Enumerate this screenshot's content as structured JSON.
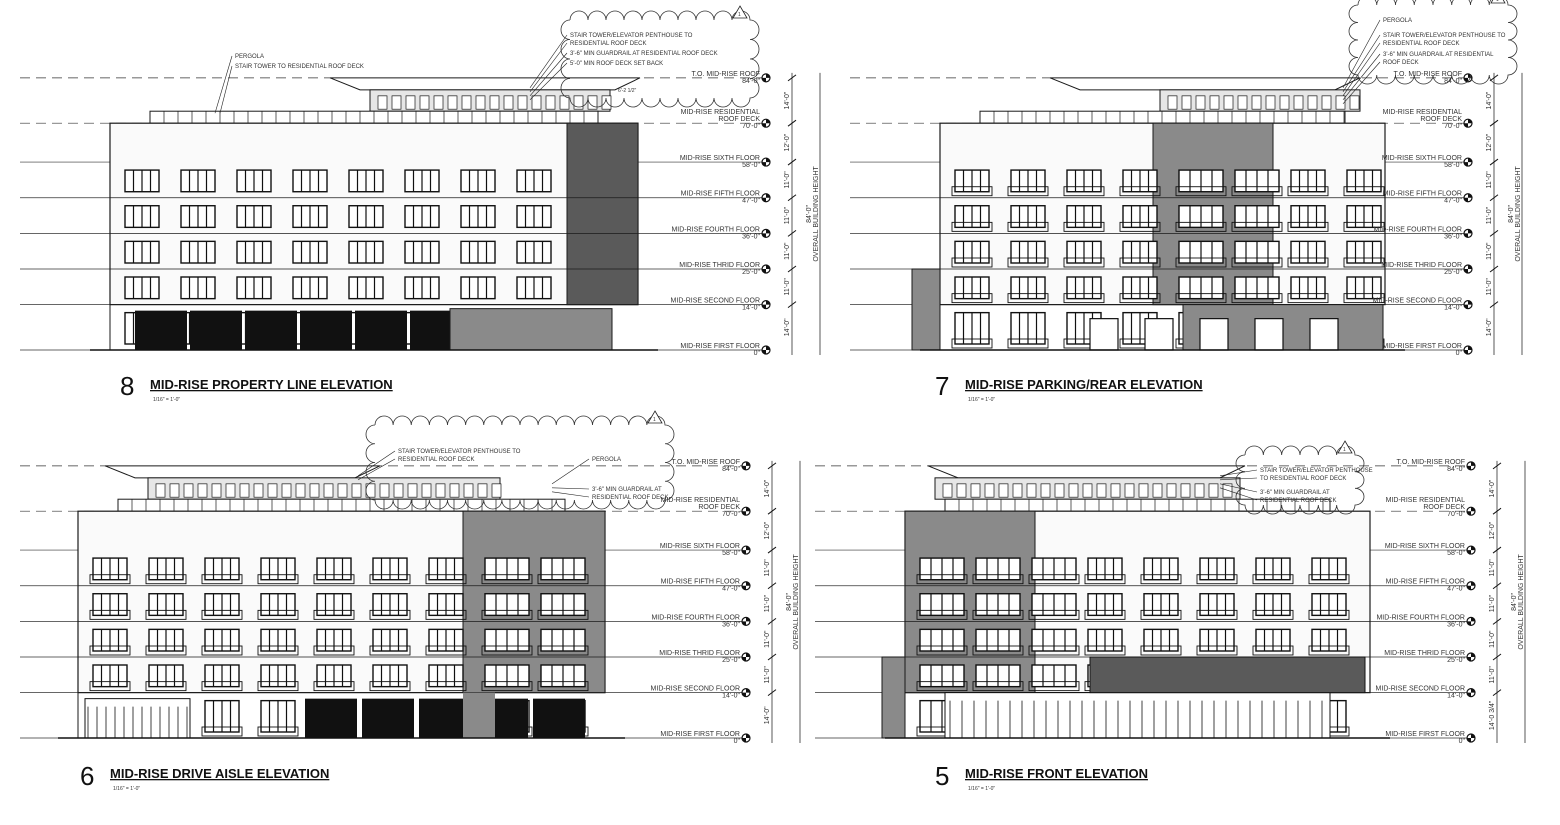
{
  "levels": [
    {
      "name": "T.O. MID-RISE ROOF",
      "elev": "84'-0\"",
      "value": 84
    },
    {
      "name": "MID-RISE RESIDENTIAL ROOF DECK",
      "line1": "MID-RISE RESIDENTIAL",
      "line2": "ROOF DECK",
      "elev": "70'-0\"",
      "value": 70
    },
    {
      "name": "MID-RISE SIXTH FLOOR",
      "elev": "58'-0\"",
      "value": 58
    },
    {
      "name": "MID-RISE FIFTH FLOOR",
      "elev": "47'-0\"",
      "value": 47
    },
    {
      "name": "MID-RISE FOURTH FLOOR",
      "elev": "36'-0\"",
      "value": 36
    },
    {
      "name": "MID-RISE THRID FLOOR",
      "elev": "25'-0\"",
      "value": 25
    },
    {
      "name": "MID-RISE SECOND FLOOR",
      "elev": "14'-0\"",
      "value": 14
    },
    {
      "name": "MID-RISE FIRST FLOOR",
      "elev": "0\"",
      "value": 0
    }
  ],
  "dimensions": [
    "14'-0\"",
    "12'-0\"",
    "11'-0\"",
    "11'-0\"",
    "11'-0\"",
    "11'-0\"",
    "14'-0\""
  ],
  "overall_height": "84'-0\"",
  "overall_label": "OVERALL BUILDING HEIGHT",
  "revision_tag": "1",
  "elevations": [
    {
      "number": "8",
      "title": "MID-RISE PROPERTY LINE ELEVATION",
      "scale": "1/16\" = 1'-0\"",
      "notes_left": [
        "PERGOLA",
        "STAIR TOWER TO RESIDENTIAL ROOF DECK"
      ],
      "notes": [
        "STAIR TOWER/ELEVATOR PENTHOUSE TO",
        "RESIDENTIAL ROOF DECK",
        "3'-6\" MIN GUARDRAIL AT RESIDENTIAL ROOF DECK",
        "5'-0\" MIN ROOF DECK SET BACK"
      ],
      "setback_dim": "6'-2 1/2\"",
      "first_dim": "14'-0\""
    },
    {
      "number": "7",
      "title": "MID-RISE PARKING/REAR ELEVATION",
      "scale": "1/16\" = 1'-0\"",
      "notes_left": [],
      "notes": [
        "PERGOLA",
        "STAIR TOWER/ELEVATOR PENTHOUSE TO",
        "RESIDENTIAL ROOF DECK",
        "3'-6\" MIN GUARDRAIL AT RESIDENTIAL",
        "ROOF DECK"
      ],
      "first_dim": "14'-0\""
    },
    {
      "number": "6",
      "title": "MID-RISE DRIVE AISLE ELEVATION",
      "scale": "1/16\" = 1'-0\"",
      "notes_left": [],
      "notes": [
        "STAIR TOWER/ELEVATOR PENTHOUSE TO",
        "RESIDENTIAL ROOF DECK",
        "PERGOLA",
        "3'-6\" MIN GUARDRAIL AT",
        "RESIDENTIAL ROOF DECK"
      ],
      "first_dim": "14'-0\""
    },
    {
      "number": "5",
      "title": "MID-RISE FRONT ELEVATION",
      "scale": "1/16\" = 1'-0\"",
      "notes_left": [],
      "notes": [
        "STAIR TOWER/ELEVATOR PENTHOUSE",
        "TO RESIDENTIAL ROOF DECK",
        "3'-6\" MIN GUARDRAIL AT",
        "RESIDENTIAL ROOF DECK"
      ],
      "first_dim": "14'-0 3/4\""
    }
  ],
  "colors": {
    "line": "#1a1a1a",
    "dark": "#5a5a5a",
    "mid": "#8a8a8a",
    "light": "#e6e6e6",
    "black": "#111111"
  }
}
